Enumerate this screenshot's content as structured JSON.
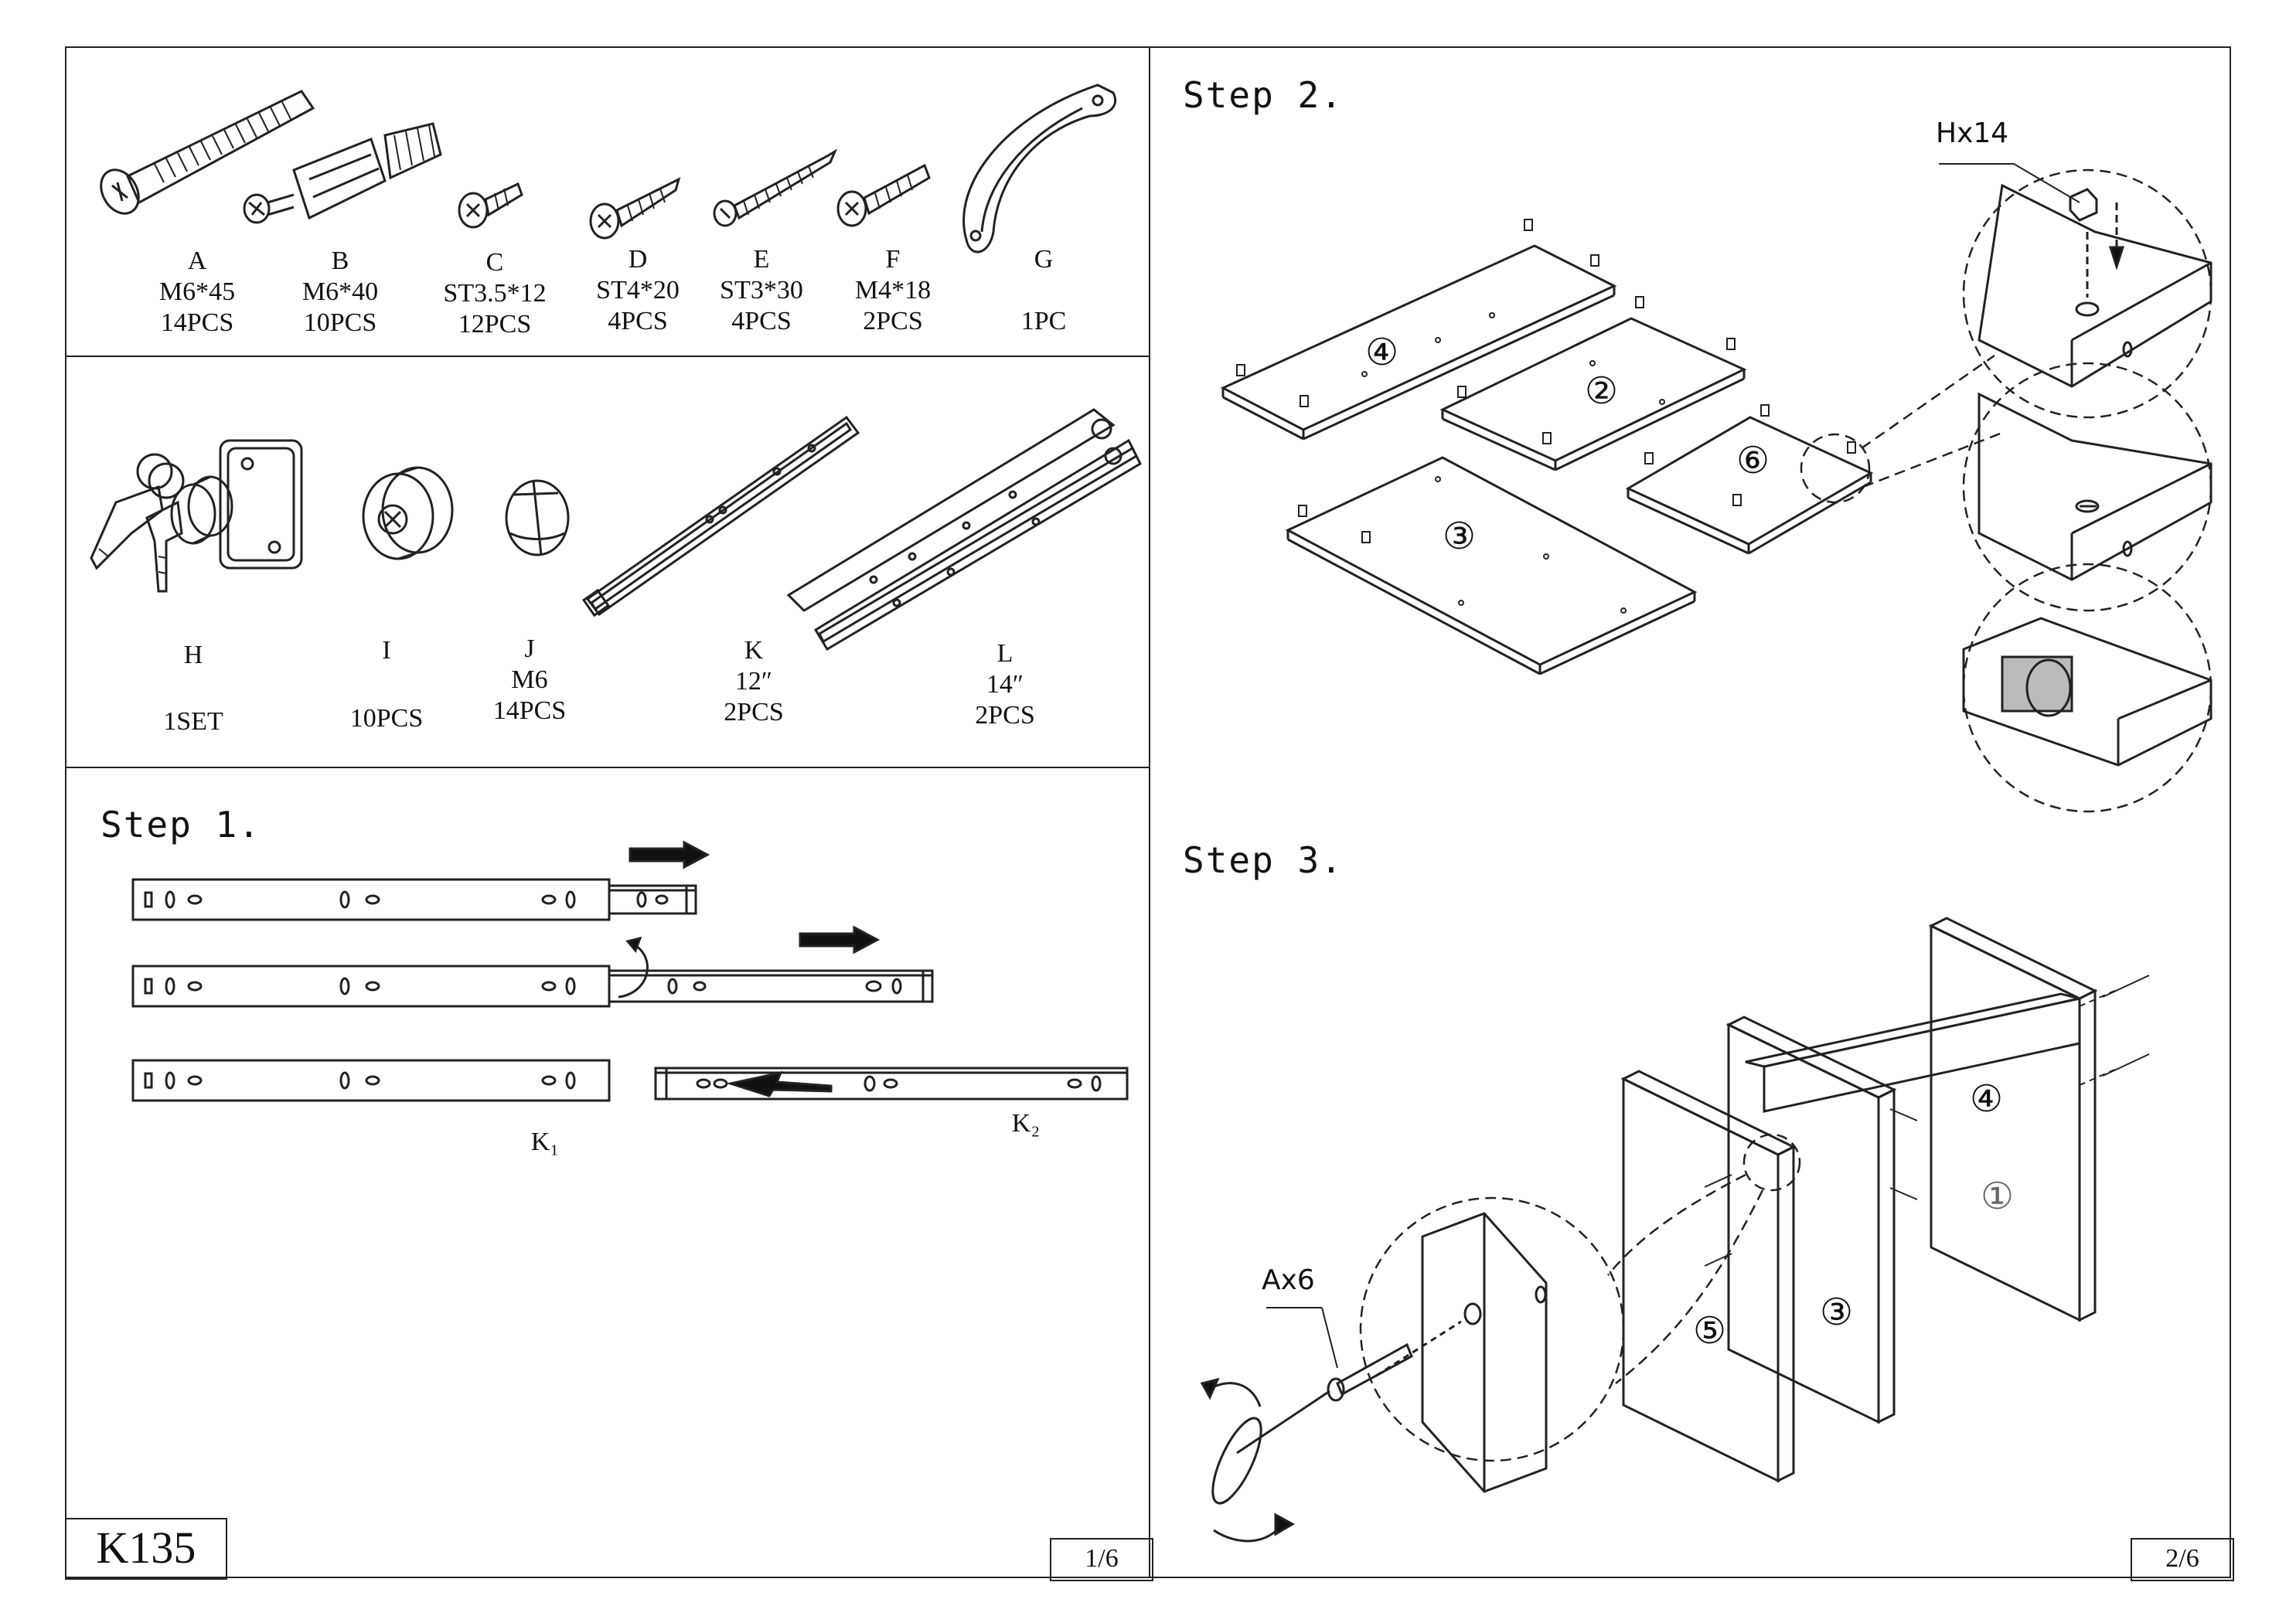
{
  "left_page": {
    "parts_row1": [
      {
        "letter": "A",
        "size": "M6*45",
        "qty": "14PCS"
      },
      {
        "letter": "B",
        "size": "M6*40",
        "qty": "10PCS"
      },
      {
        "letter": "C",
        "size": "ST3.5*12",
        "qty": "12PCS"
      },
      {
        "letter": "D",
        "size": "ST4*20",
        "qty": "4PCS"
      },
      {
        "letter": "E",
        "size": "ST3*30",
        "qty": "4PCS"
      },
      {
        "letter": "F",
        "size": "M4*18",
        "qty": "2PCS"
      },
      {
        "letter": "G",
        "size": "",
        "qty": "1PC"
      }
    ],
    "parts_row2": [
      {
        "letter": "H",
        "size": "",
        "qty": "1SET"
      },
      {
        "letter": "I",
        "size": "",
        "qty": "10PCS"
      },
      {
        "letter": "J",
        "size": "M6",
        "qty": "14PCS"
      },
      {
        "letter": "K",
        "size": "12″",
        "qty": "2PCS"
      },
      {
        "letter": "L",
        "size": "14″",
        "qty": "2PCS"
      }
    ],
    "step1_title": "Step 1.",
    "k1_label": "K₁",
    "k2_label": "K₂",
    "model_code": "K135",
    "page_number": "1/6"
  },
  "right_page": {
    "step2_title": "Step 2.",
    "step2_callout": "Hx14",
    "step2_panels": [
      "④",
      "②",
      "③",
      "⑥"
    ],
    "step3_title": "Step 3.",
    "step3_callout": "Ax6",
    "step3_panels": [
      "④",
      "①",
      "⑤",
      "③"
    ],
    "page_number": "2/6"
  }
}
